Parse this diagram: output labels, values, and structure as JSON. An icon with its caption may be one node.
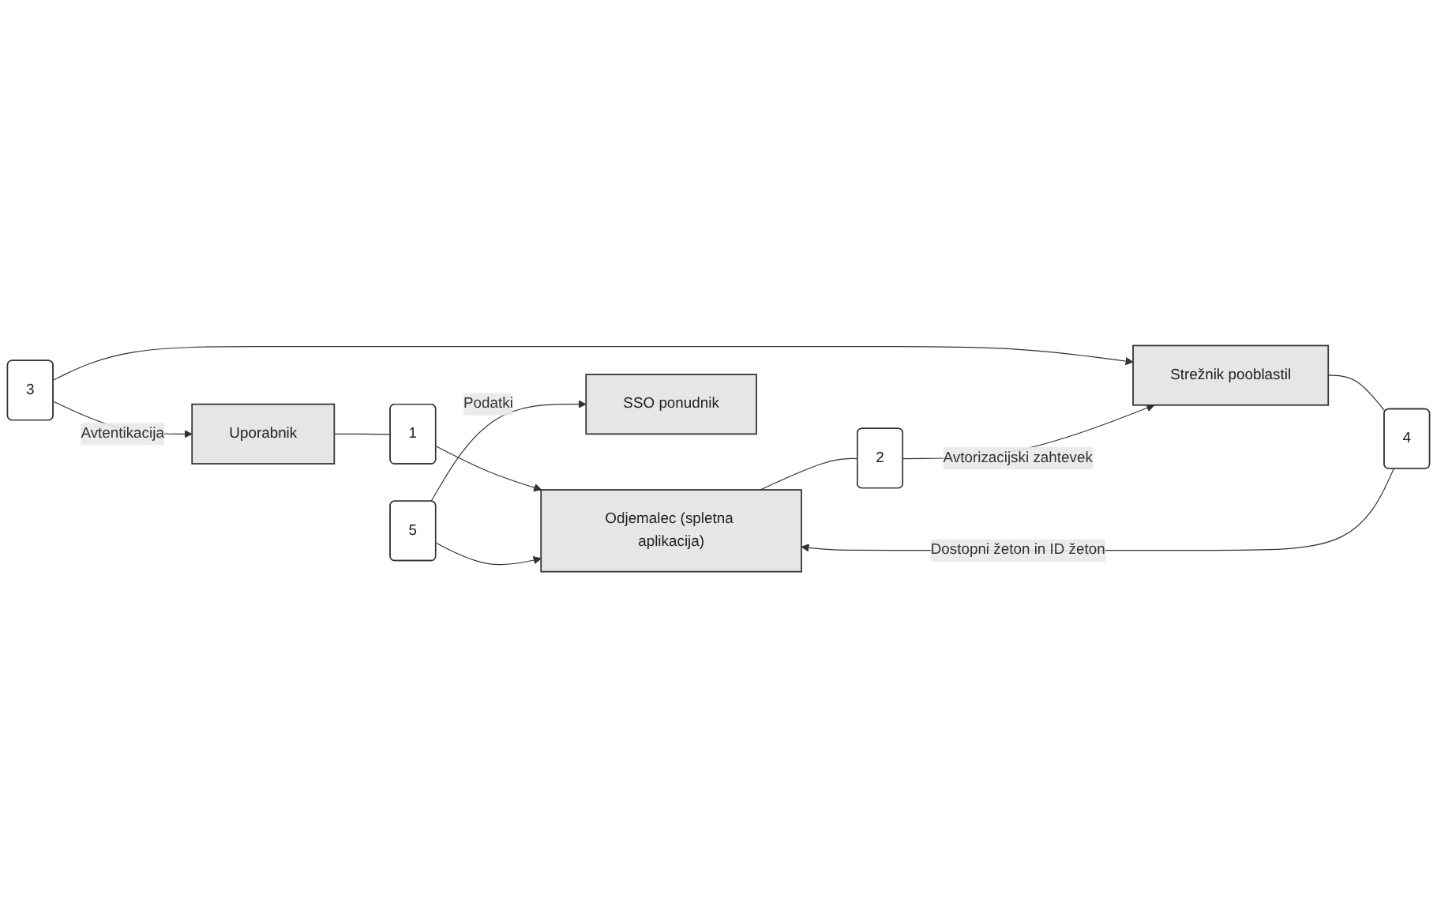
{
  "diagram": {
    "nodes": [
      {
        "text": [
          "Uporabnik"
        ]
      },
      {
        "text": [
          "3"
        ]
      },
      {
        "text": [
          "Strežnik pooblastil"
        ]
      },
      {
        "text": [
          "1"
        ]
      },
      {
        "text": [
          "2"
        ]
      },
      {
        "text": [
          "4"
        ]
      },
      {
        "text": [
          "Odjemalec (spletna aplikacija)"
        ]
      },
      {
        "text": [
          "5"
        ]
      },
      {
        "text": [
          "SSO ponudnik"
        ]
      }
    ],
    "edges": [
      {
        "from": 1,
        "to": 0,
        "arrow": "to",
        "label": "Avtentikacija"
      },
      {
        "from": 1,
        "to": 2,
        "arrow": "to"
      },
      {
        "from": 0,
        "to": 3,
        "arrow": "none"
      },
      {
        "from": 3,
        "to": 6,
        "arrow": "to"
      },
      {
        "from": 6,
        "to": 4,
        "arrow": "none"
      },
      {
        "from": 4,
        "to": 2,
        "arrow": "to",
        "label": "Avtorizacijski zahtevek"
      },
      {
        "from": 2,
        "to": 5,
        "arrow": "none"
      },
      {
        "from": 5,
        "to": 6,
        "arrow": "to",
        "label": "Dostopni žeton in ID žeton"
      },
      {
        "from": 7,
        "to": 6,
        "arrow": "to"
      },
      {
        "from": 7,
        "to": 8,
        "arrow": "to",
        "label": "Podatki"
      }
    ]
  }
}
